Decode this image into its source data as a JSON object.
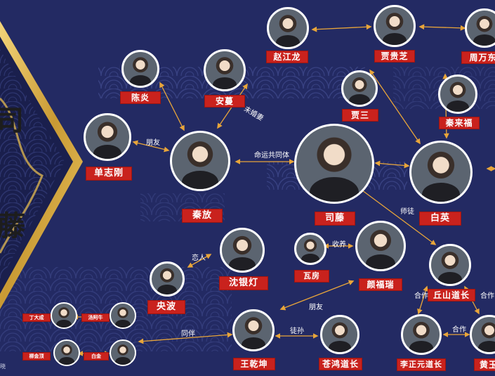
{
  "colors": {
    "background": "#232a63",
    "wave": "#3a4485",
    "gold": "#d8b150",
    "arrow": "#e8a53a",
    "label": "#c9221d",
    "border": "#ffffff"
  },
  "poster": {
    "title_chars": [
      "司",
      "藤"
    ]
  },
  "characters": [
    {
      "id": "zhao_jianglong",
      "name": "赵江龙"
    },
    {
      "id": "jia_guizhi",
      "name": "贾贵芝"
    },
    {
      "id": "zhou_wanzhi",
      "name": "周万东"
    },
    {
      "id": "chen_yu",
      "name": "陈炎"
    },
    {
      "id": "an_man",
      "name": "安蔓"
    },
    {
      "id": "jia_san",
      "name": "贾三"
    },
    {
      "id": "qin_laifu",
      "name": "秦来福"
    },
    {
      "id": "shan_zhigang",
      "name": "单志刚"
    },
    {
      "id": "qin_fang",
      "name": "秦放"
    },
    {
      "id": "si_teng",
      "name": "司藤"
    },
    {
      "id": "bai_ying",
      "name": "白英"
    },
    {
      "id": "shen_yindeng",
      "name": "沈银灯"
    },
    {
      "id": "yang_bo",
      "name": "央波"
    },
    {
      "id": "wa_fang",
      "name": "瓦房"
    },
    {
      "id": "yan_fuduan",
      "name": "颜福瑞"
    },
    {
      "id": "qiushan",
      "name": "丘山道长"
    },
    {
      "id": "wang_qiankun",
      "name": "王乾坤"
    },
    {
      "id": "canghong",
      "name": "苍鸿道长"
    },
    {
      "id": "li_zhengyuan",
      "name": "李正元道长"
    },
    {
      "id": "huang_yu",
      "name": "黄玉"
    },
    {
      "id": "small1",
      "name": "丁大成"
    },
    {
      "id": "small2",
      "name": "汤阿牛"
    },
    {
      "id": "small3",
      "name": "柳金顶"
    },
    {
      "id": "small4",
      "name": "白金"
    }
  ],
  "relations": [
    {
      "text": "未婚妻"
    },
    {
      "text": "朋友"
    },
    {
      "text": "命运共同体"
    },
    {
      "text": "师徒"
    },
    {
      "text": "恋人"
    },
    {
      "text": "收养"
    },
    {
      "text": "朋友"
    },
    {
      "text": "同伴"
    },
    {
      "text": "徒孙"
    },
    {
      "text": "合作"
    },
    {
      "text": "合作"
    },
    {
      "text": "合作"
    }
  ],
  "signature": "晓"
}
